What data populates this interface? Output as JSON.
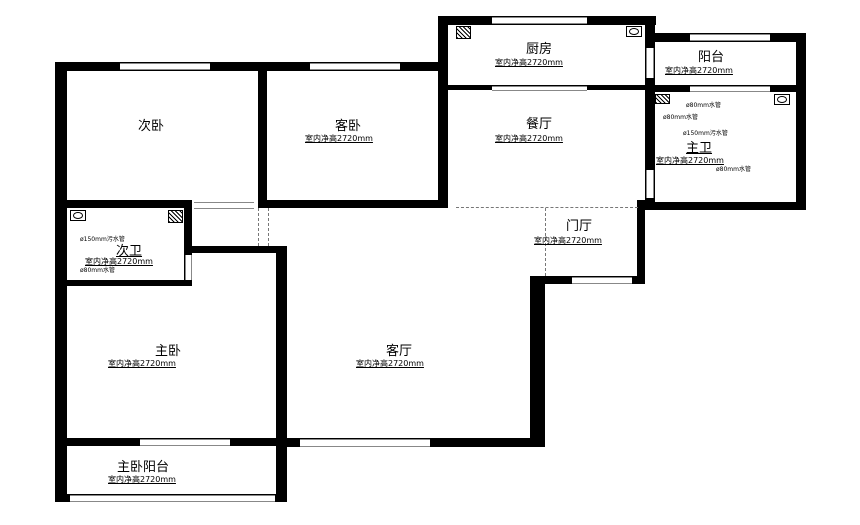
{
  "rooms": {
    "second_bedroom": {
      "name": "次卧"
    },
    "guest_bedroom": {
      "name": "客卧",
      "height": "室内净高2720mm"
    },
    "kitchen": {
      "name": "厨房",
      "height": "室内净高2720mm"
    },
    "balcony": {
      "name": "阳台",
      "height": "室内净高2720mm"
    },
    "dining": {
      "name": "餐厅",
      "height": "室内净高2720mm"
    },
    "master_bath": {
      "name": "主卫",
      "height": "室内净高2720mm",
      "notes": [
        "ø80mm水管",
        "ø80mm水管",
        "ø150mm污水管",
        "ø80mm水管"
      ]
    },
    "second_bath": {
      "name": "次卫",
      "height": "室内净高2720mm",
      "notes": [
        "ø150mm污水管",
        "ø80mm水管"
      ]
    },
    "foyer": {
      "name": "门厅",
      "height": "室内净高2720mm"
    },
    "master_bedroom": {
      "name": "主卧",
      "height": "室内净高2720mm"
    },
    "living": {
      "name": "客厅",
      "height": "室内净高2720mm"
    },
    "master_balcony": {
      "name": "主卧阳台",
      "height": "室内净高2720mm"
    }
  }
}
